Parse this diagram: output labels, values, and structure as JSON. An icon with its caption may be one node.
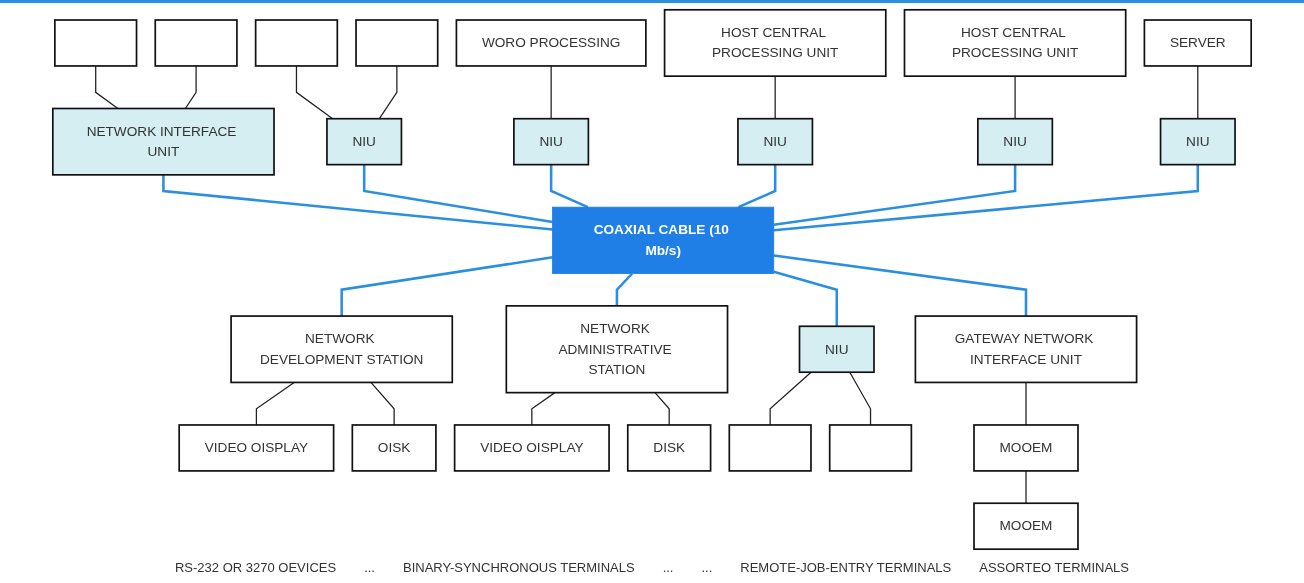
{
  "diagram": {
    "nodes": [
      {
        "text": [],
        "shape": "box"
      },
      {
        "text": [],
        "shape": "box"
      },
      {
        "text": [],
        "shape": "box"
      },
      {
        "text": [],
        "shape": "box"
      },
      {
        "text": [
          "WORO PROCESSING"
        ]
      },
      {
        "text": [
          "HOST CENTRAL PROCESSING UNIT"
        ]
      },
      {
        "text": [
          "HOST CENTRAL PROCESSING UNIT"
        ]
      },
      {
        "text": [
          "SERVER"
        ]
      },
      {
        "text": [
          "NETWORK INTERFACE UNIT"
        ]
      },
      {
        "text": [
          "NIU"
        ]
      },
      {
        "text": [
          "NIU"
        ]
      },
      {
        "text": [
          "NIU"
        ]
      },
      {
        "text": [
          "NIU"
        ]
      },
      {
        "text": [
          "NIU"
        ]
      },
      {
        "text": [
          "COAXIAL CABLE (10 Mb/s)"
        ]
      },
      {
        "text": [
          "NETWORK DEVELOPMENT STATION"
        ]
      },
      {
        "text": [
          "NETWORK ADMINISTRATIVE STATION"
        ]
      },
      {
        "text": [
          "NIU"
        ]
      },
      {
        "text": [
          "GATEWAY NETWORK INTERFACE UNIT"
        ]
      },
      {
        "text": [
          "VIDEO OISPLAY"
        ]
      },
      {
        "text": [
          "OISK"
        ]
      },
      {
        "text": [
          "VIDEO OISPLAY"
        ]
      },
      {
        "text": [
          "DISK"
        ]
      },
      {
        "text": [],
        "shape": "box"
      },
      {
        "text": [],
        "shape": "box"
      },
      {
        "text": [
          "MOOEM"
        ]
      },
      {
        "text": [
          "MOOEM"
        ]
      }
    ],
    "edges": [
      {
        "from": 0,
        "to": 8,
        "arrow": "none"
      },
      {
        "from": 1,
        "to": 8,
        "arrow": "none"
      },
      {
        "from": 2,
        "to": 9,
        "arrow": "none"
      },
      {
        "from": 3,
        "to": 9,
        "arrow": "none"
      },
      {
        "from": 4,
        "to": 10,
        "arrow": "none"
      },
      {
        "from": 5,
        "to": 11,
        "arrow": "none"
      },
      {
        "from": 6,
        "to": 12,
        "arrow": "none"
      },
      {
        "from": 7,
        "to": 13,
        "arrow": "none"
      },
      {
        "from": 8,
        "to": 14,
        "arrow": "none",
        "color": "#2a8fe0"
      },
      {
        "from": 9,
        "to": 14,
        "arrow": "none",
        "color": "#2a8fe0"
      },
      {
        "from": 10,
        "to": 14,
        "arrow": "none",
        "color": "#2a8fe0"
      },
      {
        "from": 11,
        "to": 14,
        "arrow": "none",
        "color": "#2a8fe0"
      },
      {
        "from": 12,
        "to": 14,
        "arrow": "none",
        "color": "#2a8fe0"
      },
      {
        "from": 13,
        "to": 14,
        "arrow": "none",
        "color": "#2a8fe0"
      },
      {
        "from": 14,
        "to": 15,
        "arrow": "none",
        "color": "#2a8fe0"
      },
      {
        "from": 14,
        "to": 16,
        "arrow": "none",
        "color": "#2a8fe0"
      },
      {
        "from": 14,
        "to": 17,
        "arrow": "none",
        "color": "#2a8fe0"
      },
      {
        "from": 14,
        "to": 18,
        "arrow": "none",
        "color": "#2a8fe0"
      },
      {
        "from": 15,
        "to": 19,
        "arrow": "none"
      },
      {
        "from": 15,
        "to": 20,
        "arrow": "none"
      },
      {
        "from": 16,
        "to": 21,
        "arrow": "none"
      },
      {
        "from": 16,
        "to": 22,
        "arrow": "none"
      },
      {
        "from": 17,
        "to": 23,
        "arrow": "none"
      },
      {
        "from": 17,
        "to": 24,
        "arrow": "none"
      },
      {
        "from": 18,
        "to": 25,
        "arrow": "none"
      },
      {
        "from": 25,
        "to": 26,
        "arrow": "none"
      }
    ],
    "labels": [
      "RS-232 OR 3270 OEVICES",
      "...",
      "BINARY-SYNCHRONOUS TERMINALS",
      "...",
      "...",
      "REMOTE-JOB-ENTRY TERMINALS",
      "ASSORTEO TERMINALS"
    ]
  }
}
